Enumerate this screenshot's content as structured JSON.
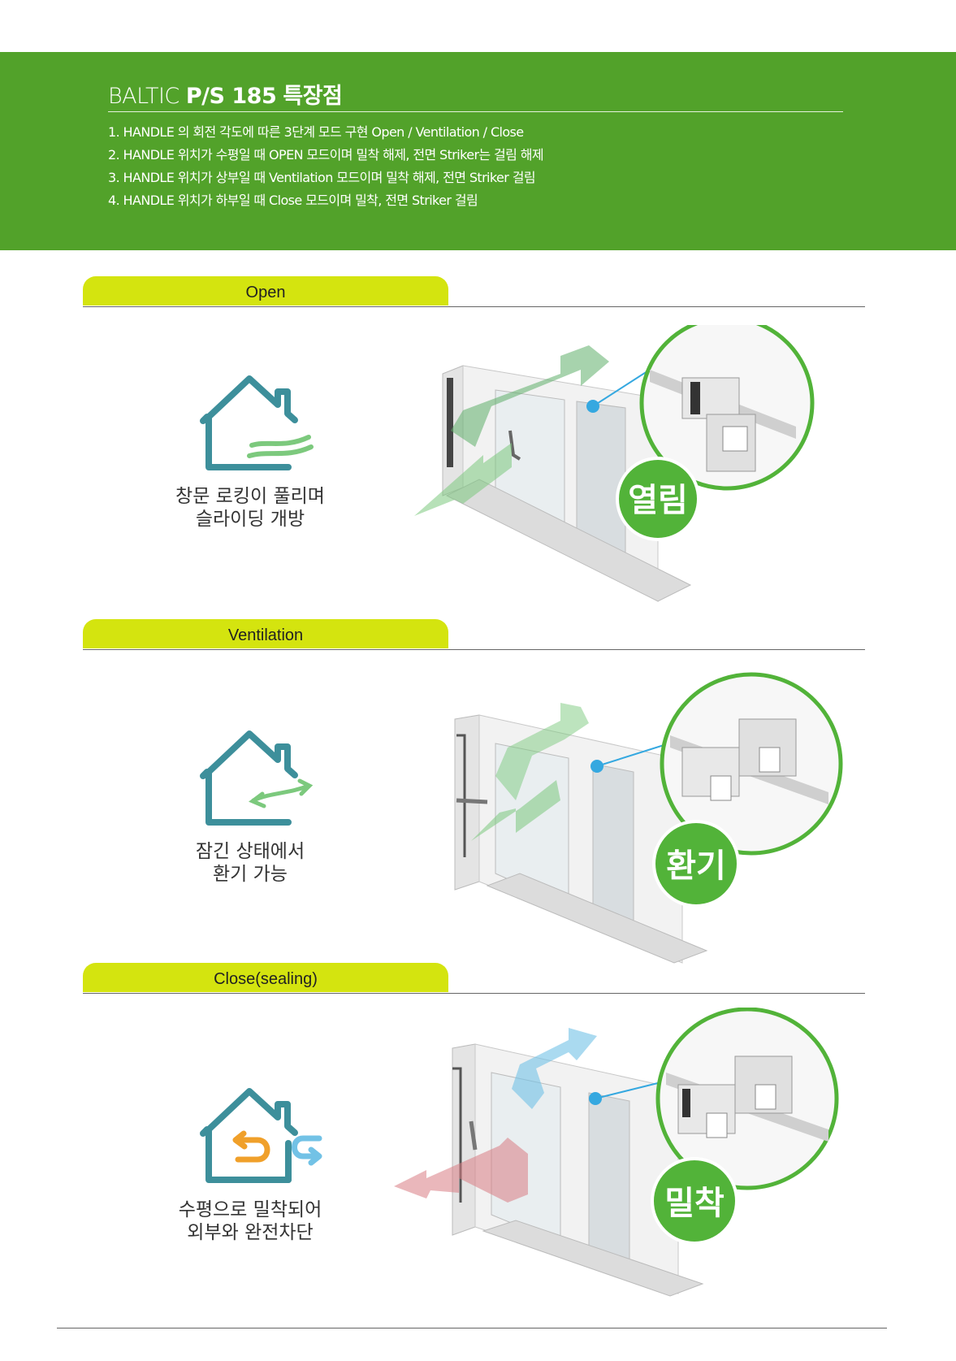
{
  "header": {
    "title_prefix": "BALTIC",
    "title_model": "P/S 185",
    "title_suffix": "특장점",
    "features": [
      "1.  HANDLE 의 회전 각도에 따른 3단계 모드 구현 Open / Ventilation / Close",
      "2.  HANDLE 위치가 수평일 때 OPEN 모드이며 밀착 해제, 전면 Striker는 걸림 해제",
      "3.  HANDLE 위치가 상부일 때 Ventilation 모드이며 밀착 해제, 전면 Striker 걸림",
      "4.  HANDLE 위치가 하부일 때 Close 모드이며 밀착, 전면 Striker 걸림"
    ]
  },
  "sections": [
    {
      "tab": "Open",
      "caption_line1": "창문 로킹이 풀리며",
      "caption_line2": "슬라이딩 개방",
      "badge": "열림",
      "icon": "house-airflow-icon"
    },
    {
      "tab": "Ventilation",
      "caption_line1": "잠긴 상태에서",
      "caption_line2": "환기 가능",
      "badge": "환기",
      "icon": "house-ventilation-icon"
    },
    {
      "tab": "Close(sealing)",
      "caption_line1": "수평으로 밀착되어",
      "caption_line2": "외부와 완전차단",
      "badge": "밀착",
      "icon": "house-sealed-icon"
    }
  ],
  "colors": {
    "banner_green": "#52a22a",
    "tab_lime": "#d4e40f",
    "badge_green": "#52b339",
    "house_teal": "#3d8f9b",
    "arrow_green": "#7cc97d",
    "arrow_blue": "#72c2e6",
    "arrow_red": "#d87c83",
    "arrow_orange": "#f0a02a"
  }
}
